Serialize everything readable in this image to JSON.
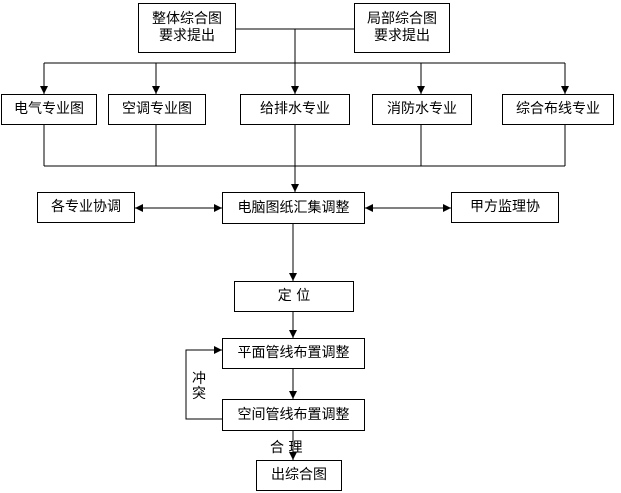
{
  "nodes": {
    "overall_request": "整体综合图\n要求提出",
    "local_request": "局部综合图\n要求提出",
    "electrical": "电气专业图",
    "hvac": "空调专业图",
    "plumbing": "给排水专业",
    "fire_water": "消防水专业",
    "cabling": "综合布线专业",
    "disciplines_coord": "各专业协调",
    "cad_summary": "电脑图纸汇集调整",
    "owner_supervisor": "甲方监理协",
    "positioning": "定 位",
    "plan_layout": "平面管线布置调整",
    "space_layout": "空间管线布置调整",
    "output": "出综合图"
  },
  "labels": {
    "conflict": "冲突",
    "reasonable": "合    理"
  },
  "colors": {
    "line": "#000000",
    "box_border": "#000000",
    "background": "#ffffff"
  }
}
